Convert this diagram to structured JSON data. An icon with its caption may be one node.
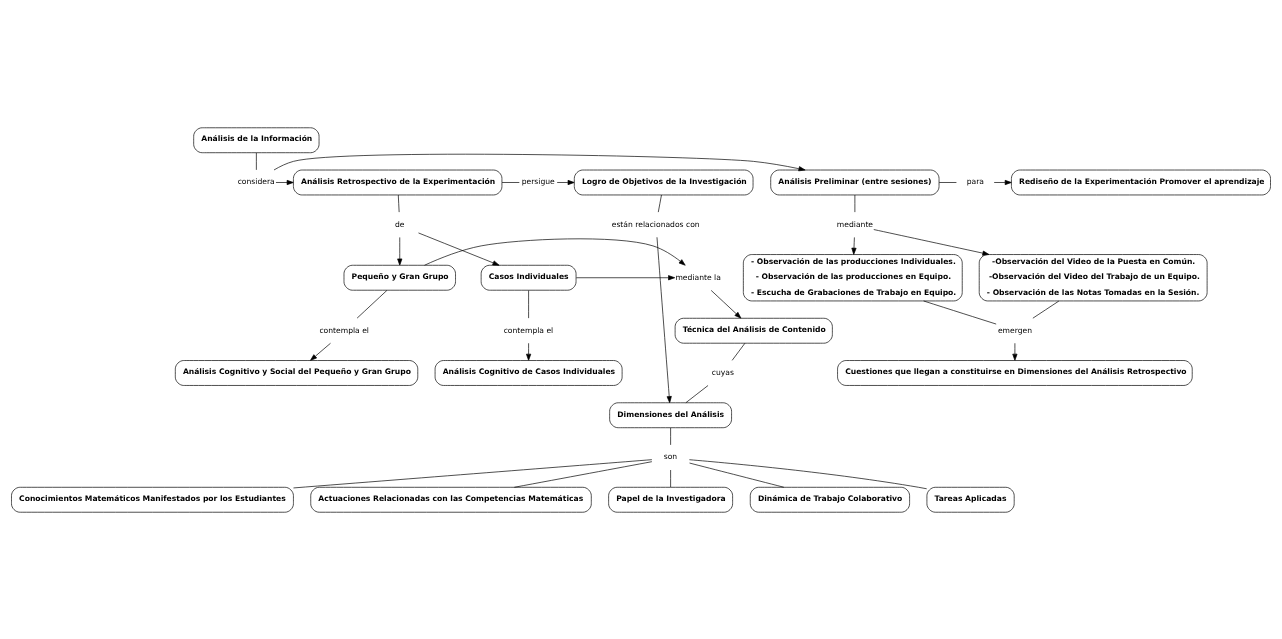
{
  "diagram": {
    "nodes": [
      {
        "text": [
          "Análisis de la Información"
        ]
      },
      {
        "text": [
          "Rediseño de la Experimentación Promover el aprendizaje"
        ]
      },
      {
        "text": [
          "para"
        ]
      },
      {
        "text": [
          "Análisis Preliminar (entre sesiones)"
        ]
      },
      {
        "text": [
          "considera"
        ]
      },
      {
        "text": [
          "Análisis Retrospectivo de la Experimentación"
        ]
      },
      {
        "text": [
          "persigue"
        ]
      },
      {
        "text": [
          "Logro de Objetivos de la Investigación"
        ]
      },
      {
        "text": [
          "mediante"
        ]
      },
      {
        "text": [
          "de"
        ]
      },
      {
        "text": [
          "Pequeño y Gran Grupo"
        ]
      },
      {
        "text": [
          "mediante la"
        ]
      },
      {
        "text": [
          "Casos Individuales"
        ]
      },
      {
        "text": [
          "- Observación de las producciones Individuales.",
          "- Observación de las producciones en Equipo.",
          "- Escucha de Grabaciones de Trabajo en Equipo."
        ]
      },
      {
        "text": [
          "-Observación del Video de la Puesta en Común.",
          "-Observación del Video del Trabajo de un Equipo.",
          "- Observación de las Notas Tomadas en la Sesión."
        ]
      },
      {
        "text": [
          "contempla el"
        ]
      },
      {
        "text": [
          "contempla el"
        ]
      },
      {
        "text": [
          "Técnica del Análisis de Contenido"
        ]
      },
      {
        "text": [
          "Análisis Cognitivo y Social del Pequeño y Gran Grupo"
        ]
      },
      {
        "text": [
          "Análisis Cognitivo de Casos Individuales"
        ]
      },
      {
        "text": [
          "cuyas"
        ]
      },
      {
        "text": [
          "Dimensiones del Análisis"
        ]
      },
      {
        "text": [
          "están relacionados con"
        ]
      },
      {
        "text": [
          "emergen"
        ]
      },
      {
        "text": [
          "son"
        ]
      },
      {
        "text": [
          "Cuestiones que llegan a constituirse en Dimensiones del Análisis Retrospectivo"
        ]
      },
      {
        "text": [
          "Conocimientos Matemáticos Manifestados por los Estudiantes"
        ]
      },
      {
        "text": [
          "Actuaciones Relacionadas con las Competencias Matemáticas"
        ]
      },
      {
        "text": [
          "Papel de la Investigadora"
        ]
      },
      {
        "text": [
          "Dinámica de Trabajo Colaborativo"
        ]
      },
      {
        "text": [
          "Tareas Aplicadas"
        ]
      }
    ],
    "edges": [
      {
        "from": 0,
        "to": 4,
        "arrow": "none"
      },
      {
        "from": 4,
        "to": 3,
        "arrow": "to"
      },
      {
        "from": 4,
        "to": 5,
        "arrow": "to"
      },
      {
        "from": 3,
        "to": 2,
        "arrow": "none"
      },
      {
        "from": 2,
        "to": 1,
        "arrow": "to"
      },
      {
        "from": 5,
        "to": 6,
        "arrow": "none"
      },
      {
        "from": 6,
        "to": 7,
        "arrow": "to"
      },
      {
        "from": 3,
        "to": 8,
        "arrow": "none"
      },
      {
        "from": 8,
        "to": 13,
        "arrow": "to"
      },
      {
        "from": 8,
        "to": 14,
        "arrow": "to"
      },
      {
        "from": 5,
        "to": 9,
        "arrow": "none"
      },
      {
        "from": 9,
        "to": 10,
        "arrow": "to"
      },
      {
        "from": 9,
        "to": 12,
        "arrow": "to"
      },
      {
        "from": 10,
        "to": 11,
        "arrow": "to"
      },
      {
        "from": 12,
        "to": 11,
        "arrow": "to"
      },
      {
        "from": 11,
        "to": 17,
        "arrow": "to"
      },
      {
        "from": 10,
        "to": 15,
        "arrow": "none"
      },
      {
        "from": 15,
        "to": 18,
        "arrow": "to"
      },
      {
        "from": 12,
        "to": 16,
        "arrow": "none"
      },
      {
        "from": 16,
        "to": 19,
        "arrow": "to"
      },
      {
        "from": 17,
        "to": 20,
        "arrow": "none"
      },
      {
        "from": 20,
        "to": 21,
        "arrow": "none"
      },
      {
        "from": 7,
        "to": 22,
        "arrow": "none"
      },
      {
        "from": 22,
        "to": 21,
        "arrow": "to"
      },
      {
        "from": 13,
        "to": 23,
        "arrow": "none"
      },
      {
        "from": 14,
        "to": 23,
        "arrow": "none"
      },
      {
        "from": 23,
        "to": 25,
        "arrow": "to"
      },
      {
        "from": 21,
        "to": 24,
        "arrow": "none"
      },
      {
        "from": 24,
        "to": 26,
        "arrow": "none"
      },
      {
        "from": 24,
        "to": 27,
        "arrow": "none"
      },
      {
        "from": 24,
        "to": 28,
        "arrow": "none"
      },
      {
        "from": 24,
        "to": 29,
        "arrow": "none"
      },
      {
        "from": 24,
        "to": 30,
        "arrow": "none"
      }
    ]
  }
}
